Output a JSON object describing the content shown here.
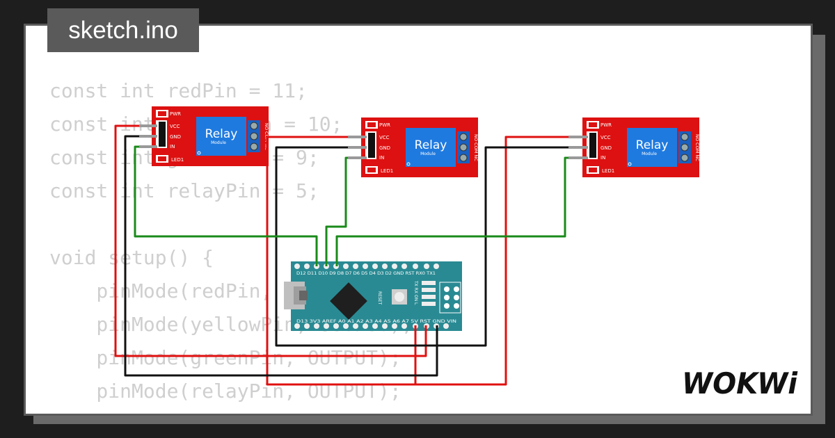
{
  "title": "sketch.ino",
  "brand": "WOKWi",
  "code_lines": [
    "const int redPin = 11;",
    "const int yellowPin = 10;",
    "const int greenPin = 9;",
    "const int relayPin = 5;",
    "",
    "void setup() {",
    "    pinMode(redPin, OUTPUT);",
    "    pinMode(yellowPin, OUTPUT);",
    "    pinMode(greenPin, OUTPUT);",
    "    pinMode(relayPin, OUTPUT);",
    "}"
  ],
  "relay": {
    "name": "Relay",
    "subtitle": "Module",
    "pwr": "PWR",
    "vcc": "VCC",
    "gnd": "GND",
    "in": "IN",
    "led": "LED1",
    "terminals": "NO COM NC"
  },
  "nano": {
    "top_pins": "D12 D11 D10 D9 D8 D7 D6 D5 D4 D3 D2 GND RST RX0 TX1",
    "bottom_pins": "D13 3V3 AREF A0 A1 A2 A3 A4 A5 A6 A7 5V RST GND VIN",
    "leds": "TX RX ON L",
    "reset": "RESET"
  },
  "colors": {
    "relay_board": "#dd1111",
    "relay_block": "#1f7adf",
    "nano_board": "#2a8a93",
    "wire_red": "#e01010",
    "wire_black": "#111111",
    "wire_green": "#1a8a1a"
  }
}
